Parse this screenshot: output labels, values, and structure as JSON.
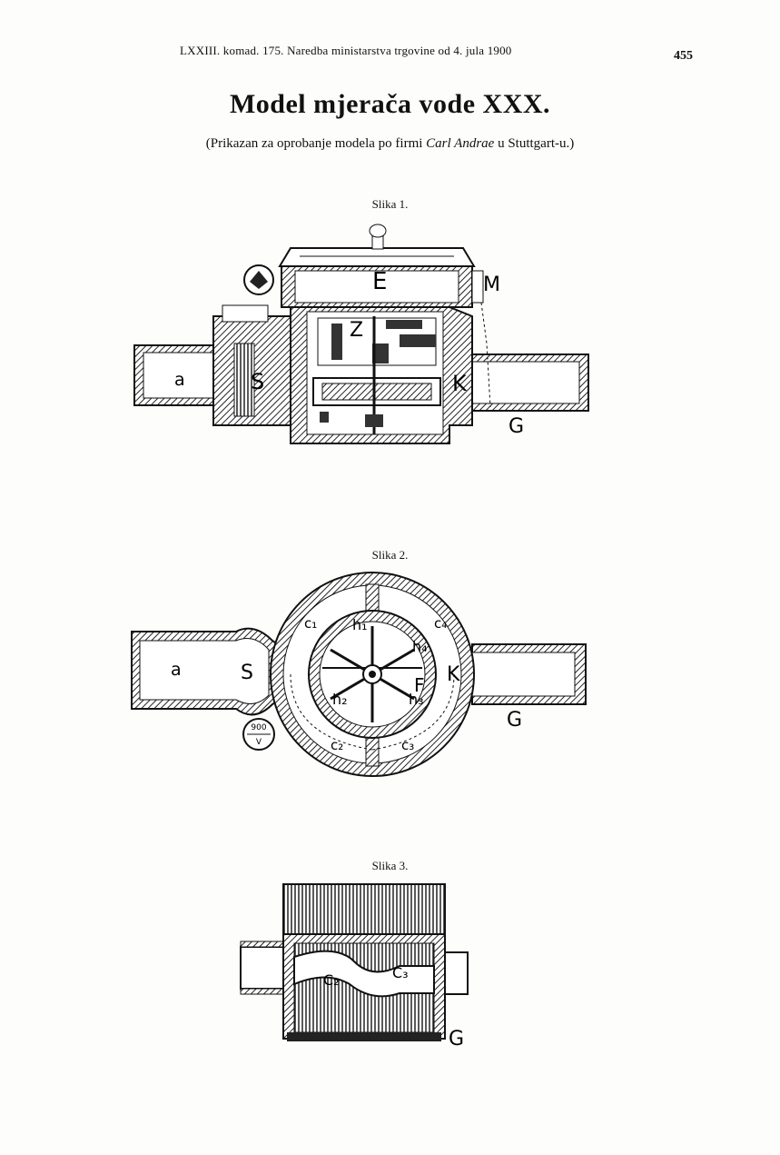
{
  "header": {
    "running_head": "LXXIII. komad. 175. Naredba ministarstva trgovine od 4. jula 1900",
    "page_number": "455"
  },
  "title": "Model mjerača vode XXX.",
  "subtitle": {
    "prefix": "(Prikazan za oprobanje modela po firmi ",
    "firm": "Carl Andrae",
    "suffix": " u Stuttgart-u.)"
  },
  "figures": [
    {
      "caption": "Slika 1.",
      "labels": {
        "a": "a",
        "S": "S",
        "E": "E",
        "M": "M",
        "Z": "Z",
        "K": "K",
        "G": "G"
      }
    },
    {
      "caption": "Slika 2.",
      "labels": {
        "a": "a",
        "S": "S",
        "K": "K",
        "G": "G",
        "F": "F",
        "c1": "c₁",
        "c2": "c₂",
        "c3": "c₃",
        "c4": "c₄",
        "h1": "h₁",
        "h2": "h₂",
        "h3": "h₃",
        "h4": "h₄",
        "stamp_top": "900",
        "stamp_bottom": "V"
      }
    },
    {
      "caption": "Slika 3.",
      "labels": {
        "c2": "C₂",
        "c3": "C₃",
        "G": "G"
      }
    }
  ]
}
